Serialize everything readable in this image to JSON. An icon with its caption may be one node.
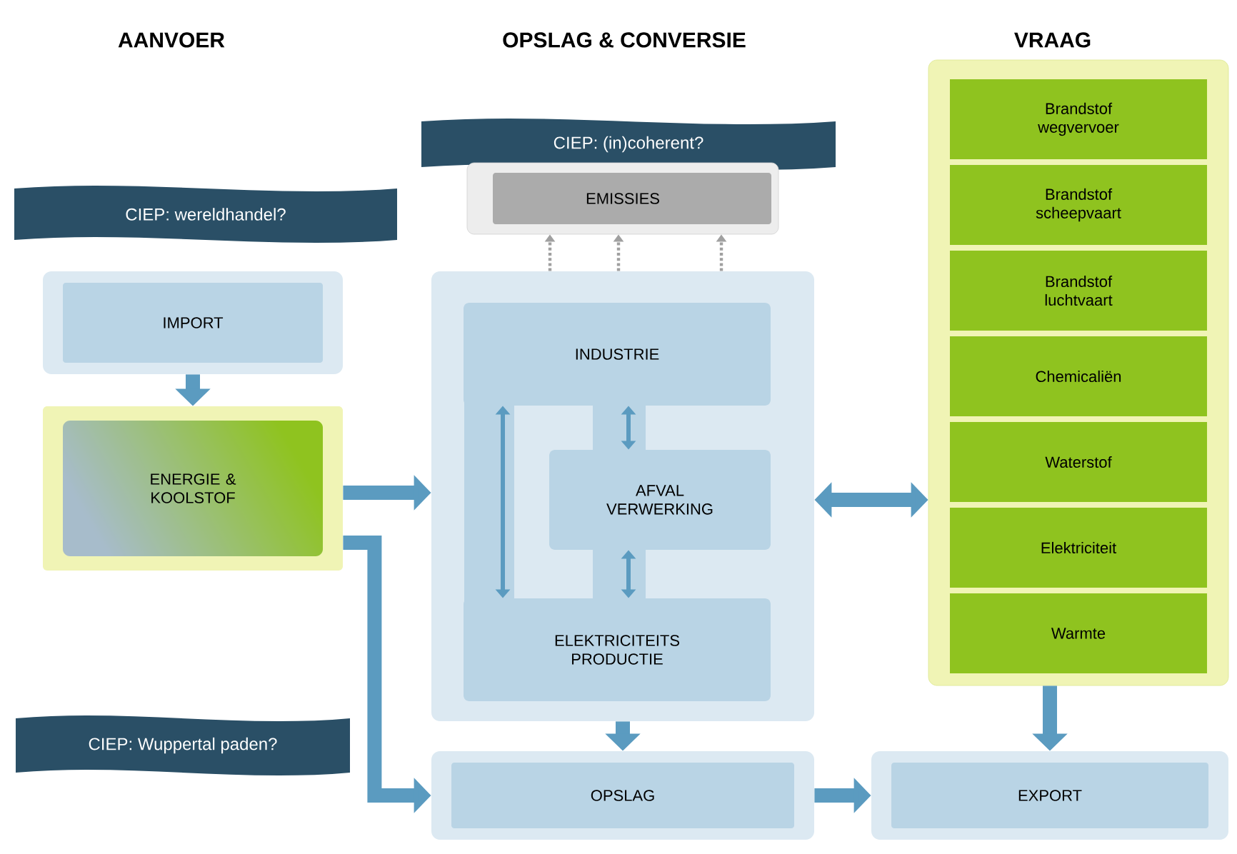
{
  "diagram": {
    "nodes": [
      {
        "text": [
          "CIEP: (in)coherent?"
        ]
      },
      {
        "text": [
          "EMISSIES"
        ]
      },
      {
        "text": [
          "CIEP: wereldhandel?"
        ]
      },
      {
        "text": [
          "IMPORT"
        ]
      },
      {
        "text": [],
        "shape": "box"
      },
      {
        "text": [
          "INDUSTRIE"
        ],
        "in": 4
      },
      {
        "text": [
          "AFVAL VERWERKING"
        ],
        "in": 4
      },
      {
        "text": [
          "ENERGIE & KOOLSTOF"
        ]
      },
      {
        "text": [
          "ELEKTRICITEITS PRODUCTIE"
        ],
        "in": 4
      },
      {
        "text": [],
        "shape": "box"
      },
      {
        "text": [
          "Brandstof wegvervoer"
        ],
        "in": 9
      },
      {
        "text": [
          "Brandstof scheepvaart"
        ],
        "in": 9
      },
      {
        "text": [
          "Brandstof luchtvaart"
        ],
        "in": 9
      },
      {
        "text": [
          "Chemicaliën"
        ],
        "in": 9
      },
      {
        "text": [
          "Waterstof"
        ],
        "in": 9
      },
      {
        "text": [
          "Elektriciteit"
        ],
        "in": 9
      },
      {
        "text": [
          "Warmte"
        ],
        "in": 9
      },
      {
        "text": [
          "CIEP: Wuppertal paden?"
        ]
      },
      {
        "text": [
          "OPSLAG"
        ]
      },
      {
        "text": [
          "EXPORT"
        ]
      }
    ],
    "edges": [
      {
        "from": 3,
        "to": 7,
        "arrow": "to"
      },
      {
        "from": 7,
        "to": 4,
        "arrow": "to"
      },
      {
        "from": 7,
        "to": 18,
        "arrow": "to"
      },
      {
        "from": 4,
        "to": 9,
        "arrow": "both"
      },
      {
        "from": 4,
        "to": 1,
        "arrow": "to",
        "style": "dashed",
        "color": "#a0a0a0"
      },
      {
        "from": 4,
        "to": 1,
        "arrow": "to",
        "style": "dashed",
        "color": "#a0a0a0"
      },
      {
        "from": 4,
        "to": 1,
        "arrow": "to",
        "style": "dashed",
        "color": "#a0a0a0"
      },
      {
        "from": 5,
        "to": 6,
        "arrow": "both"
      },
      {
        "from": 6,
        "to": 8,
        "arrow": "both"
      },
      {
        "from": 5,
        "to": 8,
        "arrow": "both"
      },
      {
        "from": 4,
        "to": 18,
        "arrow": "to"
      },
      {
        "from": 9,
        "to": 19,
        "arrow": "to"
      },
      {
        "from": 18,
        "to": 19,
        "arrow": "to"
      }
    ],
    "labels": [
      "AANVOER",
      "OPSLAG & CONVERSIE",
      "VRAAG"
    ]
  }
}
